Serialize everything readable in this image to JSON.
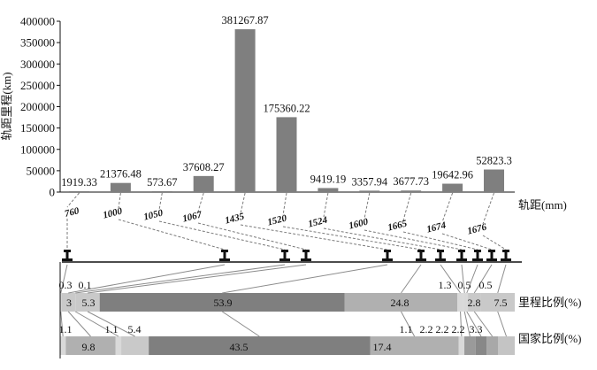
{
  "chart_data": {
    "type": "bar",
    "ylabel": "轨距里程(km)",
    "xlabel": "轨距(mm)",
    "ylim": [
      0,
      400000
    ],
    "yticks": [
      0,
      50000,
      100000,
      150000,
      200000,
      250000,
      300000,
      350000,
      400000
    ],
    "categories": [
      "760",
      "1000",
      "1050",
      "1067",
      "1435",
      "1520",
      "1524",
      "1600",
      "1665",
      "1674",
      "1676"
    ],
    "values": [
      1919.33,
      21376.48,
      573.67,
      37608.27,
      381267.87,
      175360.22,
      9419.19,
      3357.94,
      3677.73,
      19642.96,
      52823.3
    ],
    "value_labels": [
      "1919.33",
      "21376.48",
      "573.67",
      "37608.27",
      "381267.87",
      "175360.22",
      "9419.19",
      "3357.94",
      "3677.73",
      "19642.96",
      "52823.3"
    ],
    "mileage_share": {
      "label": "里程比例(%)",
      "values": [
        0.3,
        3,
        0.1,
        5.3,
        53.9,
        24.8,
        1.3,
        0.5,
        0.5,
        2.8,
        7.5
      ],
      "labels": [
        "0.3",
        "3",
        "0.1",
        "5.3",
        "53.9",
        "24.8",
        "1.3",
        "0.5",
        "0.5",
        "2.8",
        "7.5"
      ]
    },
    "country_share": {
      "label": "国家比例(%)",
      "values": [
        1.1,
        9.8,
        1.1,
        5.4,
        43.5,
        17.4,
        1.1,
        2.2,
        2.2,
        2.2,
        3.3
      ],
      "labels": [
        "1.1",
        "9.8",
        "1.1",
        "5.4",
        "43.5",
        "17.4",
        "1.1",
        "2.2",
        "2.2",
        "2.2",
        "3.3"
      ]
    },
    "colors": {
      "bar": "#7f7f7f",
      "axis": "#111111",
      "dash": "#7a7a7a",
      "link": "#8c8c8c",
      "segment_dark": "#7f7f7f",
      "segment_mid": "#b0b0b0",
      "segment_light": "#c9c9c9",
      "segment_pale": "#d9d9d9"
    }
  }
}
